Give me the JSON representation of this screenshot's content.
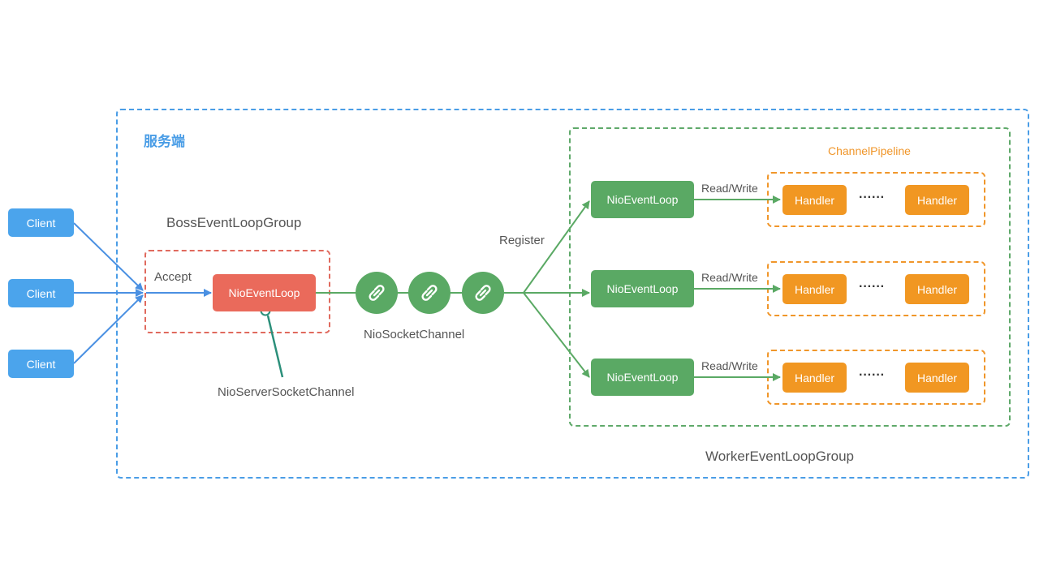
{
  "server_title": "服务端",
  "clients": [
    "Client",
    "Client",
    "Client"
  ],
  "boss": {
    "group_label": "BossEventLoopGroup",
    "accept_label": "Accept",
    "event_loop": "NioEventLoop",
    "server_channel": "NioServerSocketChannel"
  },
  "socket_channel_label": "NioSocketChannel",
  "register_label": "Register",
  "worker": {
    "group_label": "WorkerEventLoopGroup",
    "pipeline_label": "ChannelPipeline",
    "rows": [
      {
        "event_loop": "NioEventLoop",
        "rw_label": "Read/Write",
        "handler_first": "Handler",
        "ellipsis": "······",
        "handler_last": "Handler"
      },
      {
        "event_loop": "NioEventLoop",
        "rw_label": "Read/Write",
        "handler_first": "Handler",
        "ellipsis": "······",
        "handler_last": "Handler"
      },
      {
        "event_loop": "NioEventLoop",
        "rw_label": "Read/Write",
        "handler_first": "Handler",
        "ellipsis": "······",
        "handler_last": "Handler"
      }
    ]
  },
  "colors": {
    "client": "#4ba4ec",
    "boss_loop": "#ea6a5b",
    "worker": "#5aa964",
    "handler": "#f19722",
    "server_border": "#4a9de6"
  },
  "icons": {
    "channel": "chain-link-icon"
  }
}
